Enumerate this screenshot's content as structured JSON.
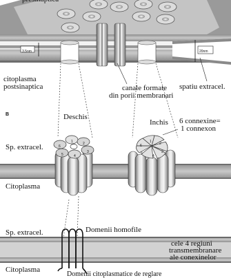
{
  "panel_a": {
    "presynaptic_label": "presinaptica",
    "gap_left": "3.5nm",
    "gap_right": "20nm",
    "cytoplasm_label_1": "citoplasma",
    "cytoplasm_label_2": "postsinaptica",
    "channels_label_1": "canale formate",
    "channels_label_2": "din porii membranari",
    "space_label": "spatiu extracel."
  },
  "panel_b": {
    "letter": "B",
    "open_label": "Deschis",
    "closed_label": "Inchis",
    "connexin_label_1": "6 connexine=",
    "connexin_label_2": "1 connexon",
    "extracellular_label": "Sp. extracel.",
    "cytoplasm_label": "Citoplasma",
    "open_numbers": [
      "6",
      "1",
      "2",
      "3",
      "4",
      "5"
    ],
    "closed_numbers": [
      "6",
      "1",
      "2",
      "3",
      "4",
      "5"
    ]
  },
  "panel_c": {
    "extracellular_label": "Sp. extracel.",
    "homophilic_label": "Domenii homofile",
    "regions_label_1": "cele 4 regiuni",
    "regions_label_2": "transmembranare",
    "regions_label_3": "ale conexinelor",
    "cytoplasm_label": "Citoplasma",
    "regulatory_label": "Domenii citoplasmatice de reglare"
  }
}
